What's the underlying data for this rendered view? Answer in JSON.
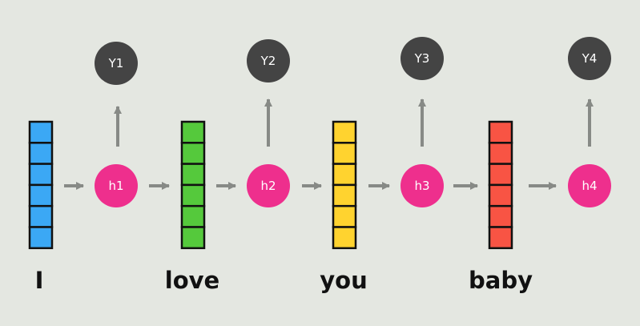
{
  "colors": {
    "background": "#e4e7e1",
    "arrow": "#878a86",
    "hidden_node": "#ee2f8d",
    "output_node": "#444444",
    "cell_border": "#111111"
  },
  "words": [
    {
      "text": "I",
      "color": "#3ba8f5"
    },
    {
      "text": "love",
      "color": "#55c93c"
    },
    {
      "text": "you",
      "color": "#ffd32f"
    },
    {
      "text": "baby",
      "color": "#f85444"
    }
  ],
  "hidden": [
    "h1",
    "h2",
    "h3",
    "h4"
  ],
  "outputs": [
    "Y1",
    "Y2",
    "Y3",
    "Y4"
  ],
  "vector_cells": 6
}
